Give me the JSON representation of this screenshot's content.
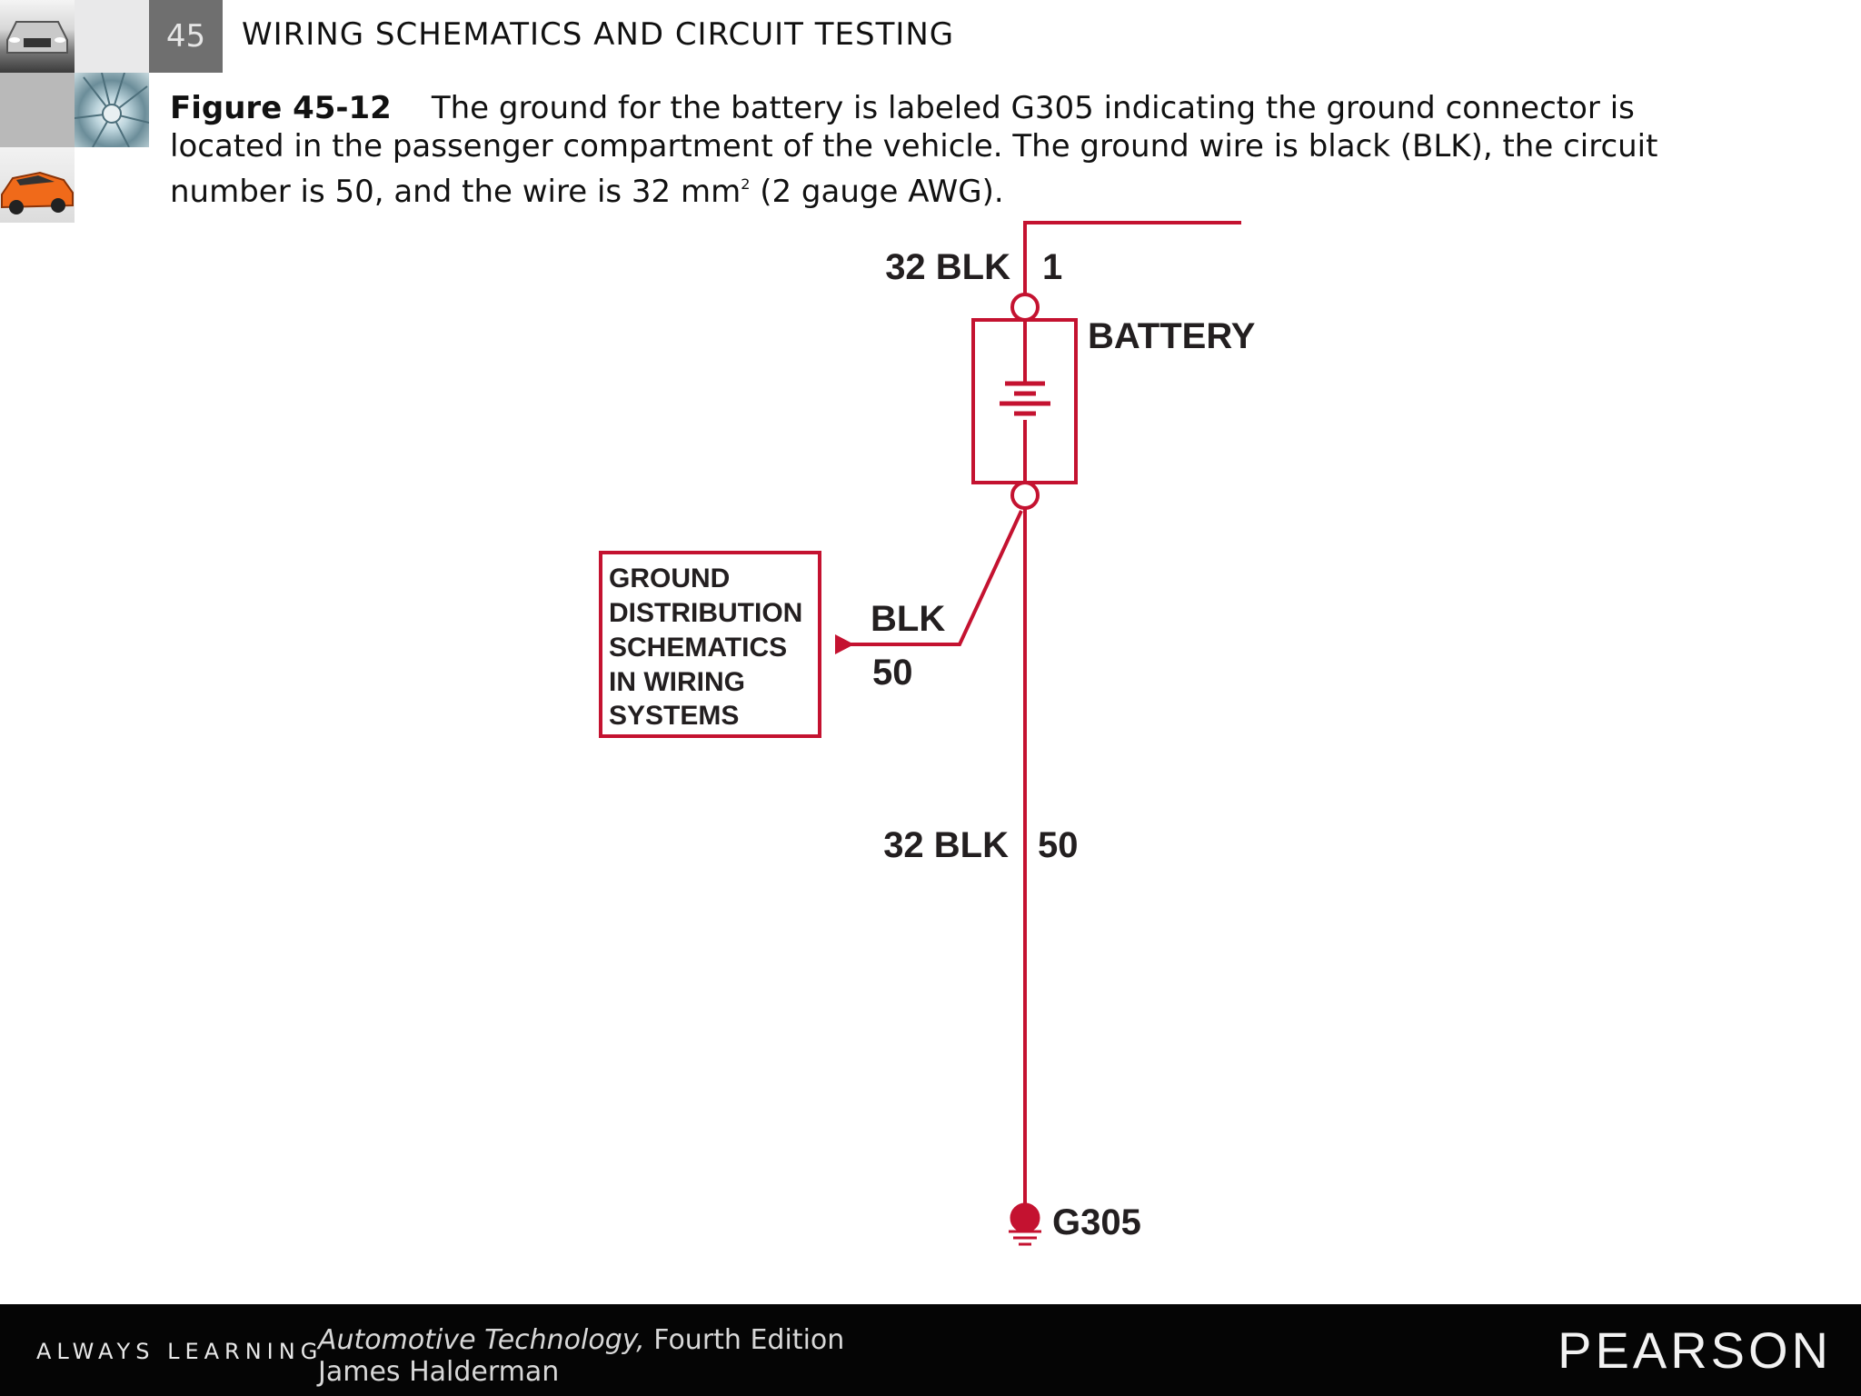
{
  "header": {
    "chapter_number": "45",
    "chapter_title": "WIRING SCHEMATICS AND CIRCUIT TESTING"
  },
  "caption": {
    "figure_label": "Figure 45-12",
    "text_before_superscript": "The ground for the battery is labeled G305 indicating the ground connector is located in the passenger compartment of the vehicle. The ground wire is black (BLK), the circuit number is 50, and the wire is 32 mm",
    "superscript": "2",
    "text_after_superscript": " (2 gauge AWG)."
  },
  "diagram": {
    "top_wire_label": "32 BLK",
    "top_circuit_number": "1",
    "battery_label": "BATTERY",
    "reference_box_lines": [
      "GROUND",
      "DISTRIBUTION",
      "SCHEMATICS",
      "IN WIRING",
      "SYSTEMS"
    ],
    "branch_color_label": "BLK",
    "branch_circuit_number": "50",
    "bottom_wire_label": "32 BLK",
    "bottom_circuit_number": "50",
    "ground_label": "G305",
    "wire_color": "#c41230"
  },
  "footer": {
    "tagline": "ALWAYS LEARNING",
    "book_title": "Automotive Technology,",
    "edition": " Fourth Edition",
    "author": "James Halderman",
    "publisher": "PEARSON"
  }
}
